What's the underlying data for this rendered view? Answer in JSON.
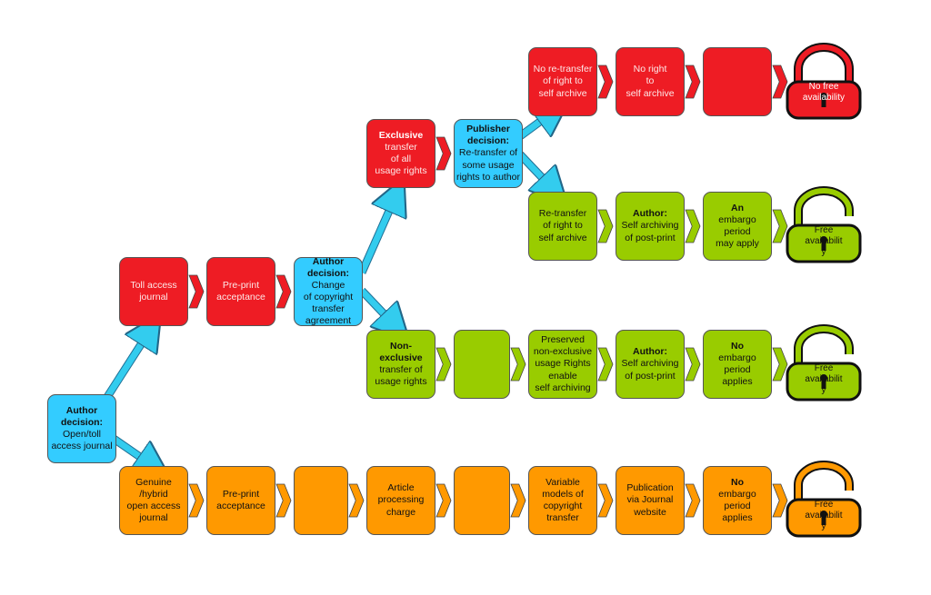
{
  "colors": {
    "red": "#ee1c24",
    "green": "#99cc00",
    "cyan": "#33ccff",
    "orange": "#ff9900",
    "arrow": "#33ccee"
  },
  "boxes": {
    "author_decision_open": {
      "title": "Author decision:",
      "text": "Open/toll\naccess journal"
    },
    "toll_access_journal": {
      "title": "",
      "text": "Toll access\njournal"
    },
    "preprint_acceptance_toll": {
      "title": "",
      "text": "Pre-print\nacceptance"
    },
    "author_decision_copyright": {
      "title": "Author decision:",
      "text": "Change\nof copyright\ntransfer\nagreement"
    },
    "exclusive_transfer": {
      "title": "Exclusive",
      "text": "transfer\nof all\nusage rights"
    },
    "publisher_decision": {
      "title": "Publisher decision:",
      "text": "Re-transfer of\nsome usage\nrights to author"
    },
    "no_retransfer": {
      "title": "",
      "text": "No re-transfer\nof right to\nself archive"
    },
    "no_right": {
      "title": "",
      "text": "No right\nto\nself archive"
    },
    "red_empty": {
      "title": "",
      "text": ""
    },
    "retransfer_right": {
      "title": "",
      "text": "Re-transfer\nof right to\nself archive"
    },
    "author_selfarchive_1": {
      "title": "Author:",
      "text": "Self archiving\nof post-print"
    },
    "embargo_may_apply": {
      "title": "An",
      "text": "embargo\nperiod\nmay apply"
    },
    "non_exclusive": {
      "title": "Non-\nexclusive",
      "text": "transfer of\nusage rights"
    },
    "green_empty": {
      "title": "",
      "text": ""
    },
    "preserved_rights": {
      "title": "",
      "text": "Preserved\nnon-exclusive\nusage Rights\nenable\nself archiving"
    },
    "author_selfarchive_2": {
      "title": "Author:",
      "text": "Self archiving\nof post-print"
    },
    "no_embargo_green": {
      "title": "No",
      "text": "embargo\nperiod\napplies"
    },
    "genuine_oa_journal": {
      "title": "",
      "text": "Genuine\n/hybrid\nopen access\njournal"
    },
    "preprint_acceptance_oa": {
      "title": "",
      "text": "Pre-print\nacceptance"
    },
    "orange_empty_1": {
      "title": "",
      "text": ""
    },
    "article_processing_charge": {
      "title": "",
      "text": "Article\nprocessing\ncharge"
    },
    "orange_empty_2": {
      "title": "",
      "text": ""
    },
    "variable_models": {
      "title": "",
      "text": "Variable\nmodels of\ncopyright\ntransfer"
    },
    "publication_website": {
      "title": "",
      "text": "Publication\nvia Journal\nwebsite"
    },
    "no_embargo_orange": {
      "title": "No",
      "text": "embargo\nperiod\napplies"
    }
  },
  "locks": {
    "closed_red": {
      "label": "No free\navailability",
      "color": "#ee1c24",
      "state": "closed-lock-icon"
    },
    "open_green_1": {
      "label": "Free\navailabilit\ny",
      "color": "#99cc00",
      "state": "open-lock-icon"
    },
    "open_green_2": {
      "label": "Free\navailabilit\ny",
      "color": "#99cc00",
      "state": "open-lock-icon"
    },
    "open_orange": {
      "label": "Free\navailabilit\ny",
      "color": "#ff9900",
      "state": "open-lock-icon"
    }
  }
}
